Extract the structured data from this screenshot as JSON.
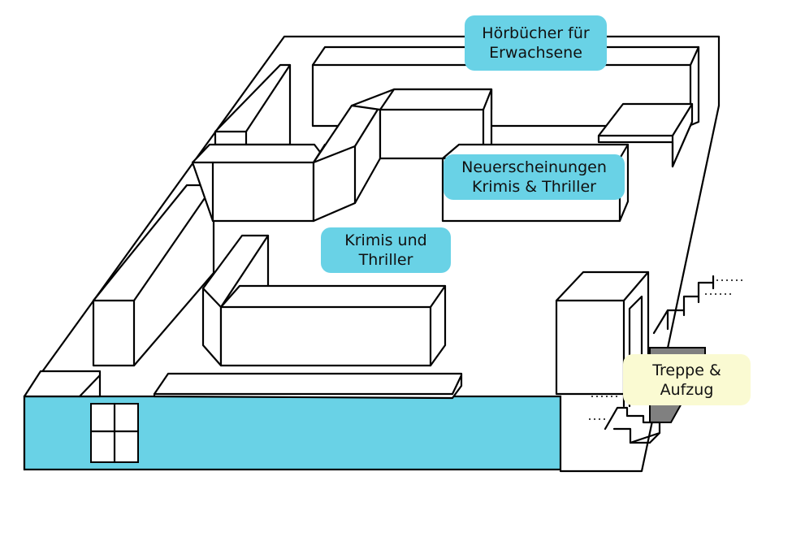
{
  "colors": {
    "section_label": "#69d2e6",
    "elevator_label": "#fafad2",
    "entrance_wall": "#69d2e6",
    "elevator_shaft": "#808080"
  },
  "labels": {
    "hoerbuecher": "Hörbücher für\nErwachsene",
    "neuerscheinungen": "Neuerscheinungen\nKrimis & Thriller",
    "krimis": "Krimis und\nThriller",
    "treppe": "Treppe &\nAufzug"
  }
}
